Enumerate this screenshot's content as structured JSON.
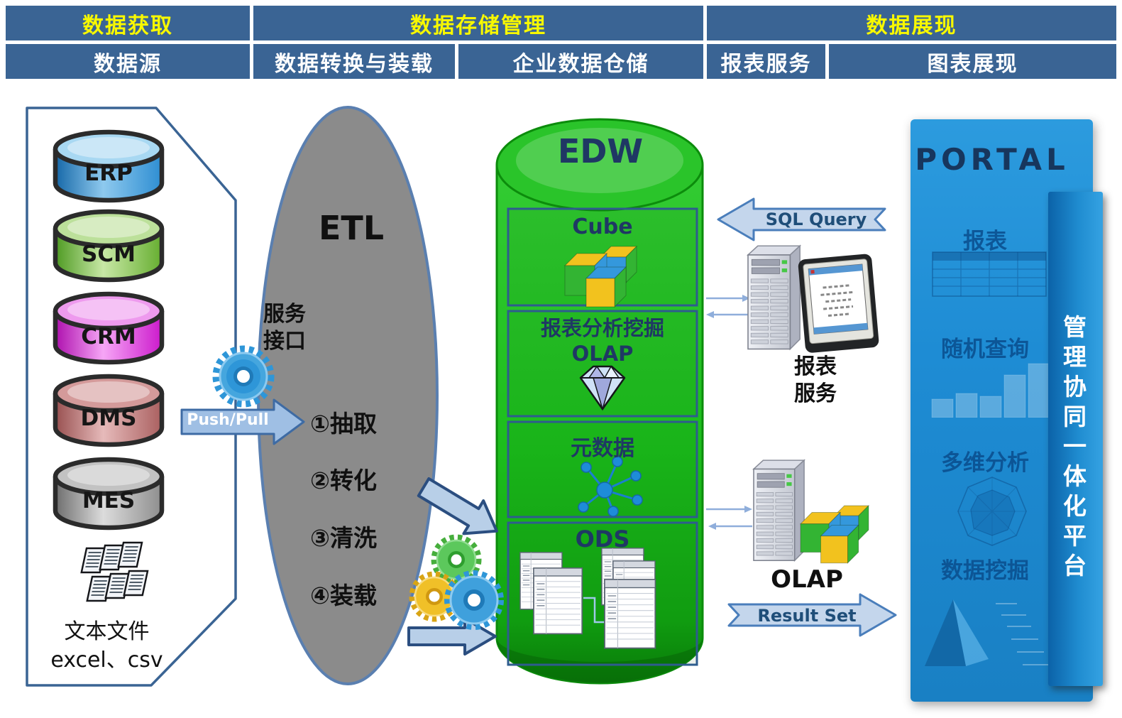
{
  "header": {
    "bg_color": "#3A6494",
    "row1_color": "#F8F800",
    "row2_color": "#FFFFFF",
    "row1": [
      {
        "label": "数据获取"
      },
      {
        "label": "数据存储管理"
      },
      {
        "label": "数据展现"
      }
    ],
    "row2": [
      {
        "label": "数据源"
      },
      {
        "label": "数据转换与装载"
      },
      {
        "label": "企业数据仓储"
      },
      {
        "label": "报表服务"
      },
      {
        "label": "图表展现"
      }
    ]
  },
  "sources": {
    "databases": [
      {
        "label": "ERP",
        "color": "#2E8ED2"
      },
      {
        "label": "SCM",
        "color": "#66AE30"
      },
      {
        "label": "CRM",
        "color": "#CC1ACC"
      },
      {
        "label": "DMS",
        "color": "#AA6060"
      },
      {
        "label": "MES",
        "color": "#8E8E8E"
      }
    ],
    "files_label": "文本文件\nexcel、csv"
  },
  "etl": {
    "title": "ETL",
    "service_interface": "服务\n接口",
    "push_pull": "Push/Pull",
    "steps": [
      {
        "label": "①抽取"
      },
      {
        "label": "②转化"
      },
      {
        "label": "③清洗"
      },
      {
        "label": "④装载"
      }
    ]
  },
  "edw": {
    "title": "EDW",
    "body_color": "#1CBE1C",
    "sections": [
      {
        "label": "Cube",
        "icon": "cube-3d-icon"
      },
      {
        "label": "报表分析挖掘\nOLAP",
        "icon": "diamond-icon"
      },
      {
        "label": "元数据",
        "icon": "network-icon"
      },
      {
        "label": "ODS",
        "icon": "tables-icon"
      }
    ]
  },
  "flows": {
    "sql_query": "SQL Query",
    "result_set": "Result Set",
    "arrow_fill": "#C4D6EC",
    "arrow_border": "#4A7EBB"
  },
  "servers": {
    "report_server_label": "报表\n服务",
    "olap_server_label": "OLAP"
  },
  "portal": {
    "title": "PORTAL",
    "panel_color": "#1E8CD4",
    "items": [
      {
        "label": "报表",
        "icon": "report-table-icon"
      },
      {
        "label": "随机查询",
        "icon": "bar-chart-icon"
      },
      {
        "label": "多维分析",
        "icon": "radar-chart-icon"
      },
      {
        "label": "数据挖掘",
        "icon": "pyramid-icon"
      }
    ],
    "ribbon_text": "管理协同一体化平台"
  }
}
